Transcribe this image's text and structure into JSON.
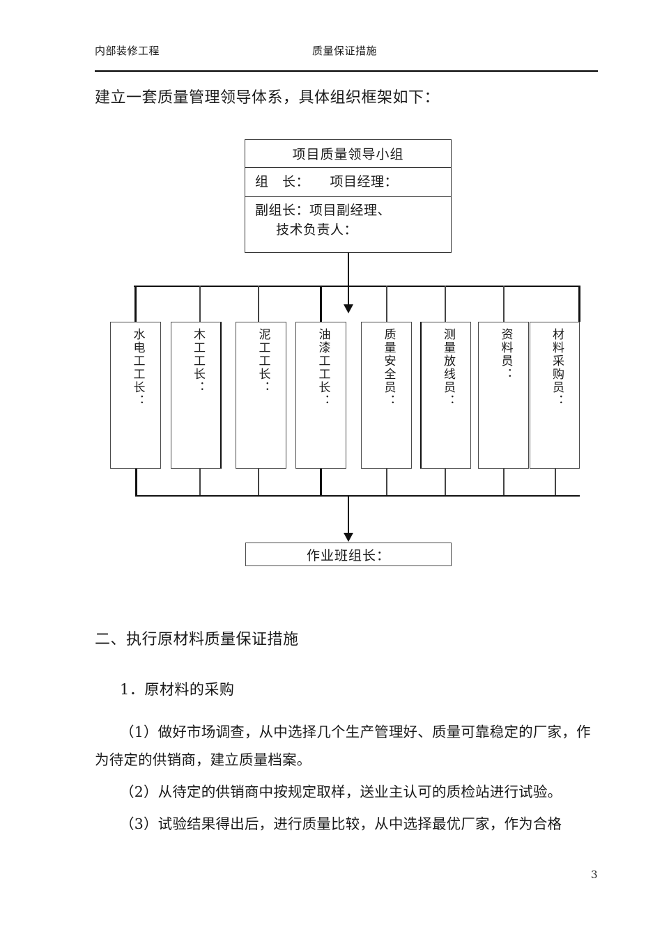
{
  "header": {
    "left": "内部装修工程",
    "center": "质量保证措施"
  },
  "intro": "建立一套质量管理领导体系，具体组织框架如下：",
  "org_chart": {
    "top_box": {
      "title": "项目质量领导小组",
      "leader_line": "组　长：　　项目经理：",
      "deputy_line_1": "副组长：项目副经理、",
      "deputy_line_2": "技术负责人："
    },
    "role_boxes": [
      {
        "label": "水电工工长："
      },
      {
        "label": "木工工长："
      },
      {
        "label": "泥工工长："
      },
      {
        "label": "油漆工工长："
      },
      {
        "label": "质量安全员："
      },
      {
        "label": "测量放线员："
      },
      {
        "label": "资料员："
      },
      {
        "label": "材料采购员："
      }
    ],
    "bottom_box": {
      "label": "作业班组长："
    }
  },
  "sections": {
    "heading_2": "二、执行原材料质量保证措施",
    "sub_heading_1": "1．原材料的采购",
    "paragraphs": [
      "（1）做好市场调查，从中选择几个生产管理好、质量可靠稳定的厂家，作为待定的供销商，建立质量档案。",
      "（2）从待定的供销商中按规定取样，送业主认可的质检站进行试验。",
      "（3）试验结果得出后，进行质量比较，从中选择最优厂家，作为合格"
    ]
  },
  "page_number": "3"
}
